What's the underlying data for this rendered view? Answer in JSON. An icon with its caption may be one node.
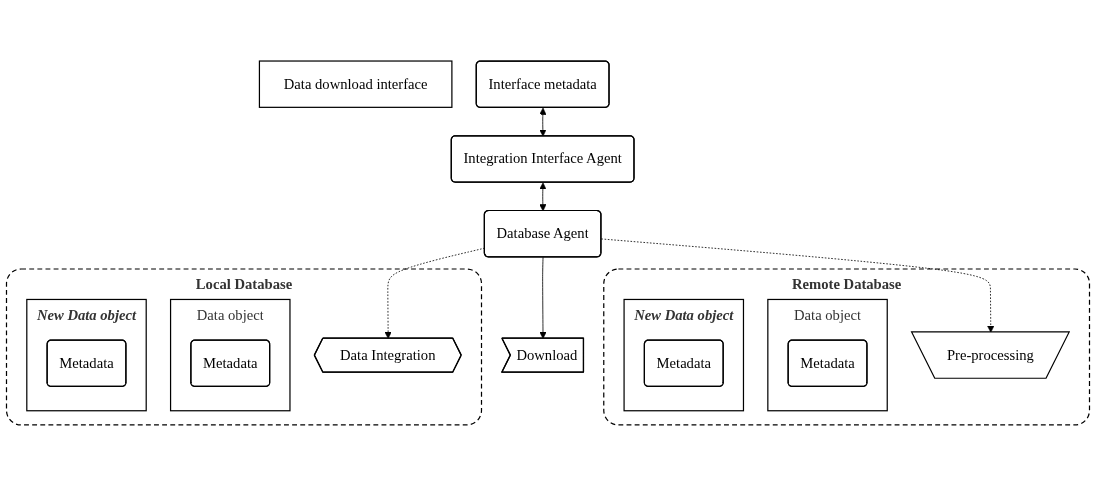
{
  "diagram": {
    "nodes": [
      {
        "text": [
          "Remote Database"
        ]
      },
      {
        "text": [
          "Data object"
        ],
        "in": 0
      },
      {
        "text": [
          "Metadata"
        ],
        "in": 1
      },
      {
        "text": [
          "Pre-processing"
        ],
        "in": 0
      },
      {
        "text": [
          "New Data object"
        ],
        "in": 0
      },
      {
        "text": [
          "Metadata"
        ],
        "in": 4
      },
      {
        "text": [
          "Data download interface"
        ]
      },
      {
        "text": [
          "Interface metadata"
        ]
      },
      {
        "text": [
          "Integration Interface Agent"
        ]
      },
      {
        "text": [
          "Database Agent"
        ]
      },
      {
        "text": [
          "Download"
        ]
      },
      {
        "text": [
          "Local Database"
        ]
      },
      {
        "text": [
          "Data object"
        ],
        "in": 11
      },
      {
        "text": [
          "Metadata"
        ],
        "in": 12
      },
      {
        "text": [
          "Data Integration"
        ],
        "in": 11
      },
      {
        "text": [
          "New Data object"
        ],
        "in": 11
      },
      {
        "text": [
          "Metadata"
        ],
        "in": 15
      }
    ],
    "edges": [
      {
        "from": 7,
        "to": 8,
        "arrow": "both"
      },
      {
        "from": 8,
        "to": 9,
        "arrow": "both"
      },
      {
        "from": 9,
        "to": 10,
        "arrow": "to"
      },
      {
        "from": 9,
        "to": 3,
        "arrow": "to",
        "style": "dashed"
      },
      {
        "from": 9,
        "to": 14,
        "arrow": "to",
        "style": "dashed"
      }
    ]
  }
}
